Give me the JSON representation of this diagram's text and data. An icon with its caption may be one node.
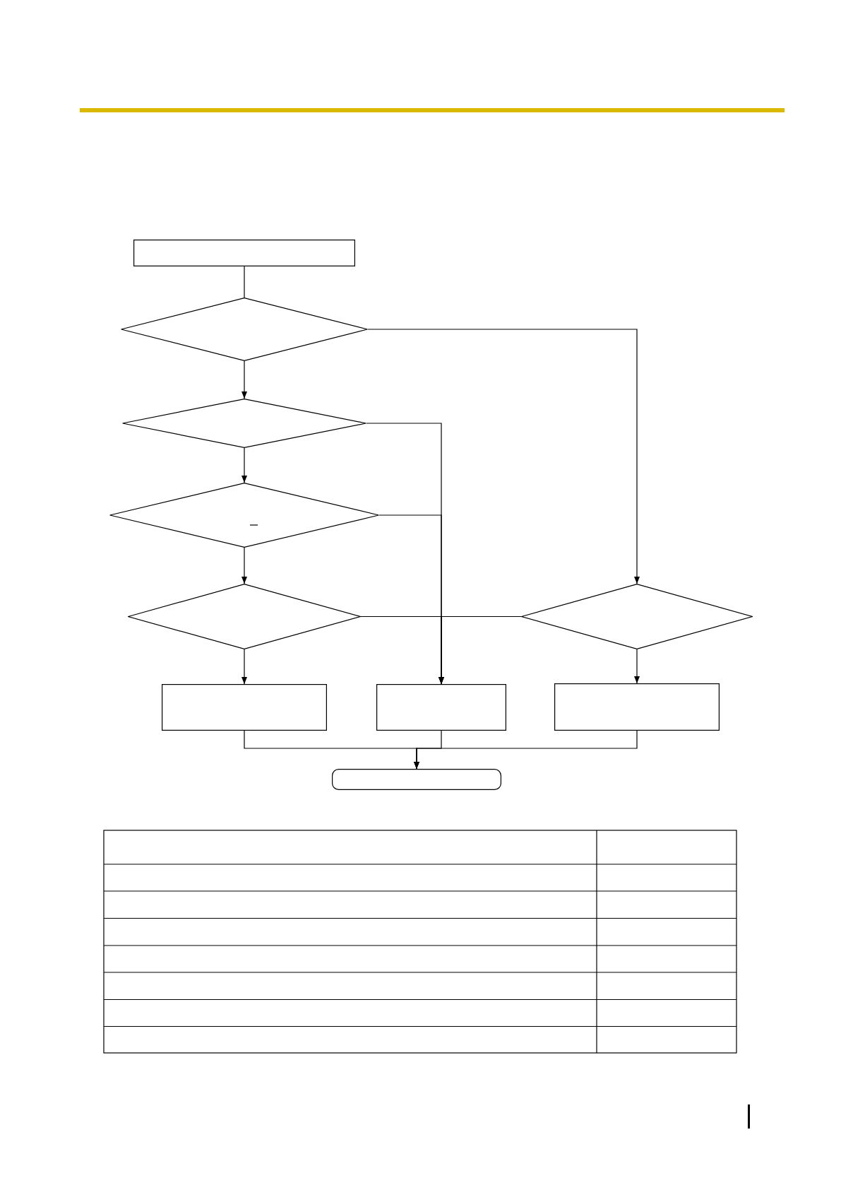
{
  "diagram": {
    "nodes": [
      {
        "text": [],
        "shape": "box"
      },
      {
        "text": [],
        "shape": "diamond"
      },
      {
        "text": [],
        "shape": "diamond"
      },
      {
        "text": [],
        "shape": "diamond"
      },
      {
        "text": [],
        "shape": "diamond"
      },
      {
        "text": [],
        "shape": "diamond"
      },
      {
        "text": [],
        "shape": "box"
      },
      {
        "text": [],
        "shape": "box"
      },
      {
        "text": [],
        "shape": "box"
      },
      {
        "text": [],
        "shape": "terminal"
      }
    ],
    "edges": [
      {
        "from": 0,
        "to": 1,
        "arrow": "none"
      },
      {
        "from": 1,
        "to": 2,
        "arrow": "to"
      },
      {
        "from": 1,
        "to": 5,
        "arrow": "to"
      },
      {
        "from": 2,
        "to": 3,
        "arrow": "to"
      },
      {
        "from": 2,
        "to": 7,
        "arrow": "to"
      },
      {
        "from": 3,
        "to": 7,
        "arrow": "to"
      },
      {
        "from": 3,
        "to": 4,
        "arrow": "to"
      },
      {
        "from": 4,
        "to": 7,
        "arrow": "to"
      },
      {
        "from": 4,
        "to": 6,
        "arrow": "to"
      },
      {
        "from": 5,
        "to": 7,
        "arrow": "to"
      },
      {
        "from": 5,
        "to": 8,
        "arrow": "to"
      },
      {
        "from": 6,
        "to": 9,
        "arrow": "to"
      },
      {
        "from": 7,
        "to": 9,
        "arrow": "to"
      },
      {
        "from": 8,
        "to": 9,
        "arrow": "to"
      }
    ]
  }
}
